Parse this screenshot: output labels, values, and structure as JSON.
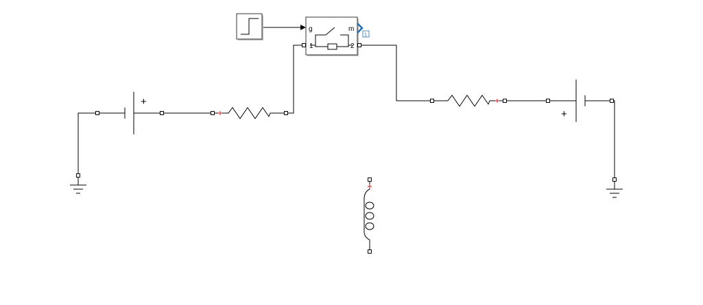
{
  "diagram": {
    "switch_block": {
      "gate_label": "g",
      "meas_label": "m",
      "port1_label": "1",
      "port2_label": "2",
      "output_number": "1"
    },
    "left_battery": {
      "plus_label": "+"
    },
    "right_battery": {
      "plus_label": "+"
    },
    "colors": {
      "wire": "#000000",
      "polarity_marker": "#d01818",
      "output_port_accent": "#1f6fb0",
      "block_border": "#333333",
      "block_shadow": "#bdbdbd"
    },
    "icons": {
      "step": "step-source-icon",
      "switch": "circuit-breaker-switch-icon",
      "resistor": "resistor-icon",
      "battery": "dc-voltage-source-icon",
      "inductor": "inductor-icon",
      "ground": "electrical-ground-icon"
    }
  }
}
